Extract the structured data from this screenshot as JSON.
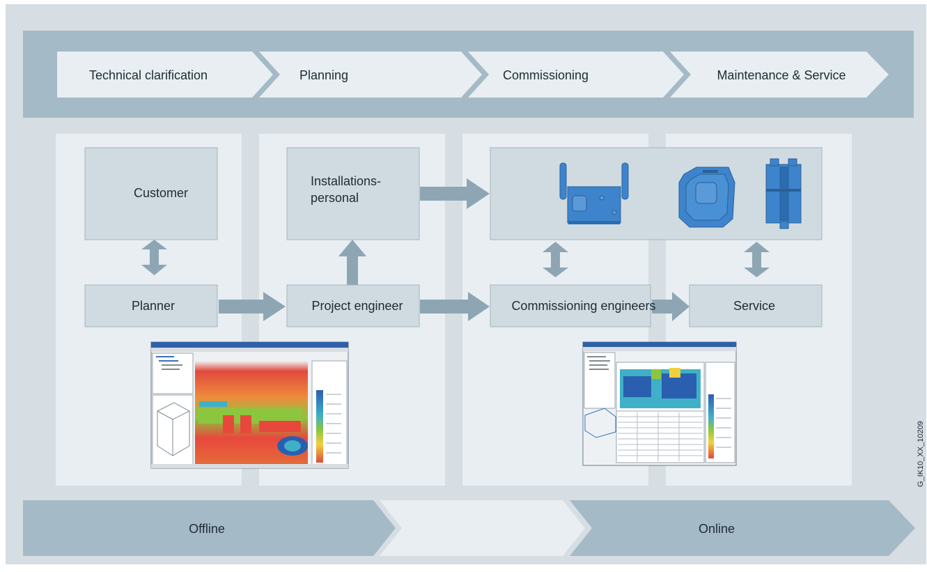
{
  "phases": [
    "Technical clarification",
    "Planning",
    "Commissioning",
    "Maintenance & Service"
  ],
  "roles": {
    "customer": "Customer",
    "installer": "Installations-personal",
    "planner": "Planner",
    "project_engineer": "Project engineer",
    "commissioning": "Commissioning engineers",
    "service": "Service"
  },
  "modes": {
    "offline": "Offline",
    "online": "Online"
  },
  "figure_id": "G_IK10_XX_10209",
  "colors": {
    "background": "#d6dee3",
    "banner": "#a5bac7",
    "phase_chevron": "#e8eef1",
    "column": "#e8eef1",
    "box": "#d0dbe1",
    "arrow": "#8ea6b4",
    "device": "#3d84cc"
  }
}
